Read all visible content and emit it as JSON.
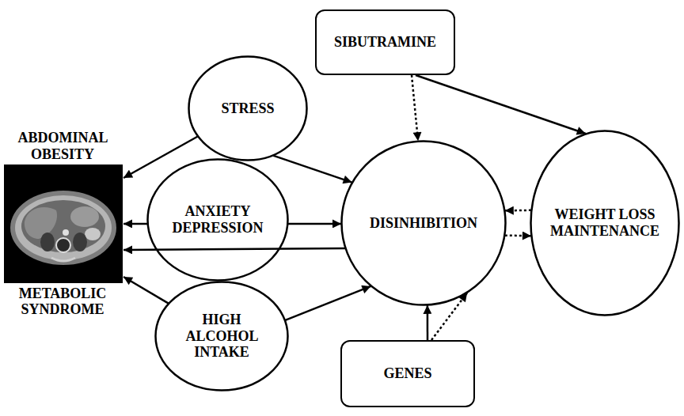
{
  "diagram": {
    "nodes": [
      {
        "text": [
          "SIBUTRAMINE"
        ]
      },
      {
        "text": [
          "STRESS"
        ]
      },
      {
        "text": [
          "ABDOMINAL OBESITY",
          "METABOLIC SYNDROME"
        ]
      },
      {
        "text": [
          "ANXIETY DEPRESSION"
        ]
      },
      {
        "text": [
          "DISINHIBITION"
        ]
      },
      {
        "text": [
          "WEIGHT LOSS MAINTENANCE"
        ]
      },
      {
        "text": [
          "HIGH ALCOHOL INTAKE"
        ]
      },
      {
        "text": [
          "GENES"
        ]
      }
    ],
    "edges": [
      {
        "from": 0,
        "to": 4,
        "arrow": "to"
      },
      {
        "from": 0,
        "to": 5,
        "arrow": "to"
      },
      {
        "from": 1,
        "to": 2,
        "arrow": "to"
      },
      {
        "from": 1,
        "to": 4,
        "arrow": "to"
      },
      {
        "from": 3,
        "to": 2,
        "arrow": "to"
      },
      {
        "from": 3,
        "to": 4,
        "arrow": "to"
      },
      {
        "from": 4,
        "to": 2,
        "arrow": "to"
      },
      {
        "from": 5,
        "to": 4,
        "arrow": "to"
      },
      {
        "from": 4,
        "to": 5,
        "arrow": "to"
      },
      {
        "from": 6,
        "to": 2,
        "arrow": "to"
      },
      {
        "from": 6,
        "to": 4,
        "arrow": "to"
      },
      {
        "from": 7,
        "to": 4,
        "arrow": "to"
      },
      {
        "from": 7,
        "to": 4,
        "arrow": "to"
      }
    ]
  }
}
